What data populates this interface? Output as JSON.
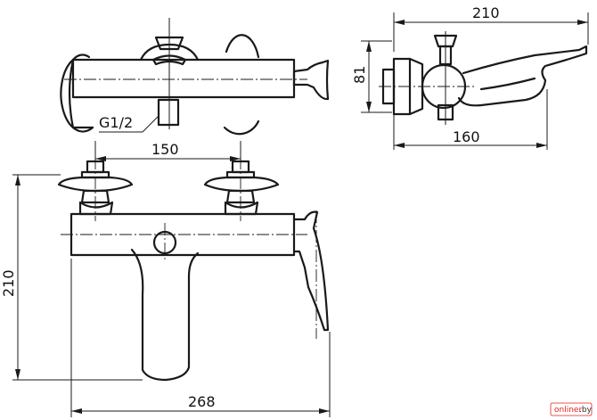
{
  "dimensions": {
    "top_width": "210",
    "side_height": "81",
    "spout_length": "160",
    "thread": "G1/2",
    "center_distance": "150",
    "front_height": "210",
    "front_width": "268"
  },
  "watermark": {
    "brand": "onliner",
    "domain": ".by",
    "color": "#e2231a"
  }
}
